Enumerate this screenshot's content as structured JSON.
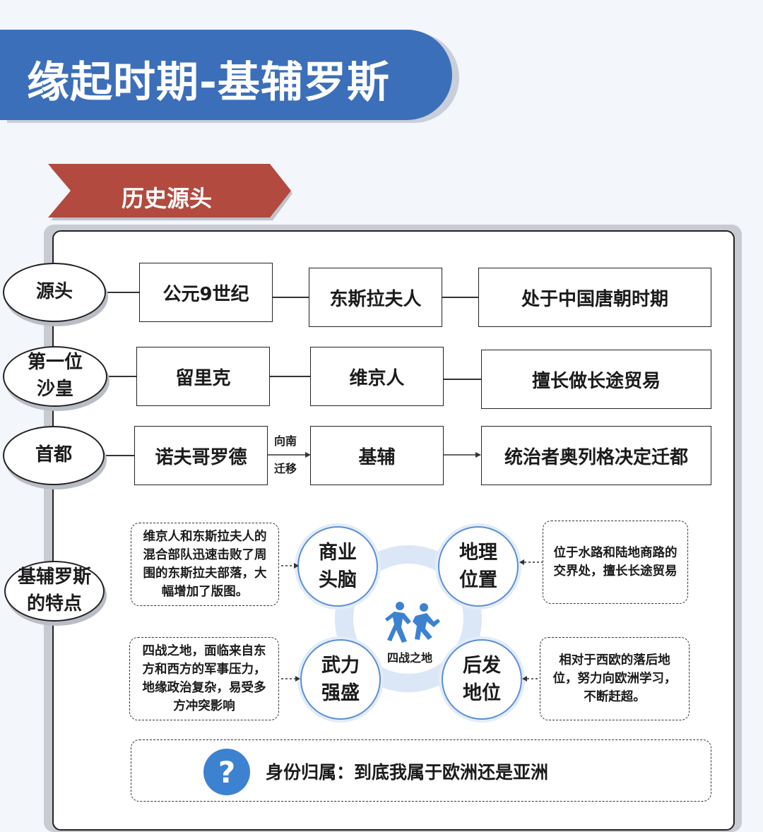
{
  "title": "缘起时期-基辅罗斯",
  "section_ribbon": "历史源头",
  "rows": [
    {
      "label": "源头",
      "items": [
        "公元9世纪",
        "东斯拉夫人",
        "处于中国唐朝时期"
      ]
    },
    {
      "label": "第一位沙皇",
      "label_lines": [
        "第一位",
        "沙皇"
      ],
      "items": [
        "留里克",
        "维京人",
        "擅长做长途贸易"
      ]
    },
    {
      "label": "首都",
      "items": [
        "诺夫哥罗德",
        "基辅",
        "统治者奥列格决定迁都"
      ],
      "arrow_label_top": "向南",
      "arrow_label_bottom": "迁移"
    }
  ],
  "features": {
    "label_lines": [
      "基辅罗斯",
      "的特点"
    ],
    "center_label": "四战之地",
    "circles": [
      {
        "lines": [
          "商业",
          "头脑"
        ],
        "note": "维京人和东斯拉夫人的混合部队迅速击败了周围的东斯拉夫部落，大幅增加了版图。"
      },
      {
        "lines": [
          "地理",
          "位置"
        ],
        "note": "位于水路和陆地商路的交界处，擅长长途贸易"
      },
      {
        "lines": [
          "武力",
          "强盛"
        ],
        "note": "四战之地，面临来自东方和西方的军事压力，地缘政治复杂，易受多方冲突影响"
      },
      {
        "lines": [
          "后发",
          "地位"
        ],
        "note": "相对于西欧的落后地位，努力向欧洲学习，不断赶超。"
      }
    ]
  },
  "question": {
    "icon": "question-mark-icon",
    "symbol": "?",
    "text": "身份归属：到底我属于欧洲还是亚洲"
  },
  "colors": {
    "title_blue": "#3c6fb9",
    "ribbon_red": "#b24a3f",
    "accent_blue": "#3d82d0"
  }
}
